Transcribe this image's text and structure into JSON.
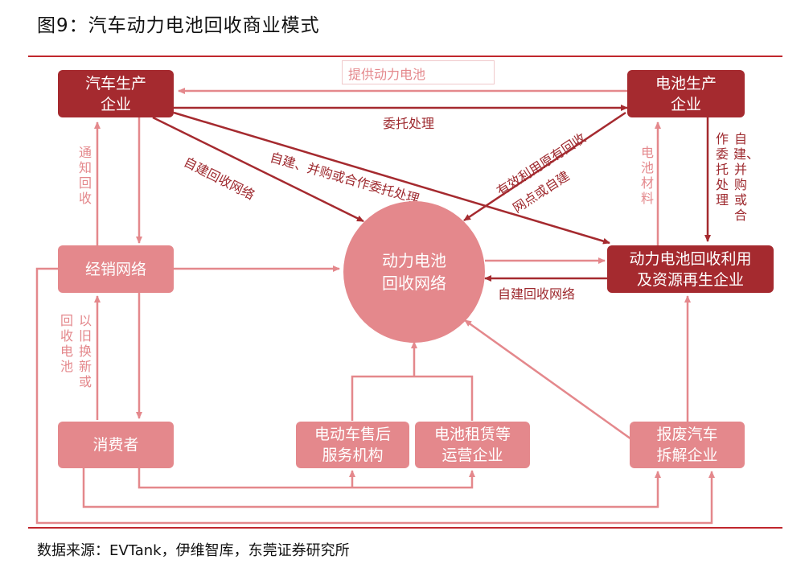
{
  "title": "图9：汽车动力电池回收商业模式",
  "source": "数据来源：EVTank，伊维智库，东莞证券研究所",
  "nodes": {
    "car_maker": "汽车生产\n企业",
    "battery_maker": "电池生产\n企业",
    "dealer": "经销网络",
    "recycle_network": "动力电池\n回收网络",
    "recycler": "动力电池回收利用\n及资源再生企业",
    "consumer": "消费者",
    "ev_service": "电动车售后\n服务机构",
    "battery_leasing": "电池租赁等\n运营企业",
    "scrap": "报废汽车\n拆解企业"
  },
  "labels": {
    "provide_battery": "提供动力电池",
    "entrust": "委托处理",
    "self_build_merge": "自建、并购或合作委托处理",
    "self_build_network": "自建回收网络",
    "effective_use_line1": "有效利用原有回收",
    "effective_use_line2": "网点或自建",
    "notify_recycle": "通知回收",
    "battery_material": "电池材料",
    "col_self_build": "自建、并购或合",
    "col_entrust": "作委托处理",
    "self_build_network_right": "自建回收网络",
    "trade_in": "以旧换新或",
    "recycle_battery": "回收电池"
  },
  "colors": {
    "dark": "#a52a2f",
    "light": "#e4888c",
    "rule": "#c0272d"
  }
}
